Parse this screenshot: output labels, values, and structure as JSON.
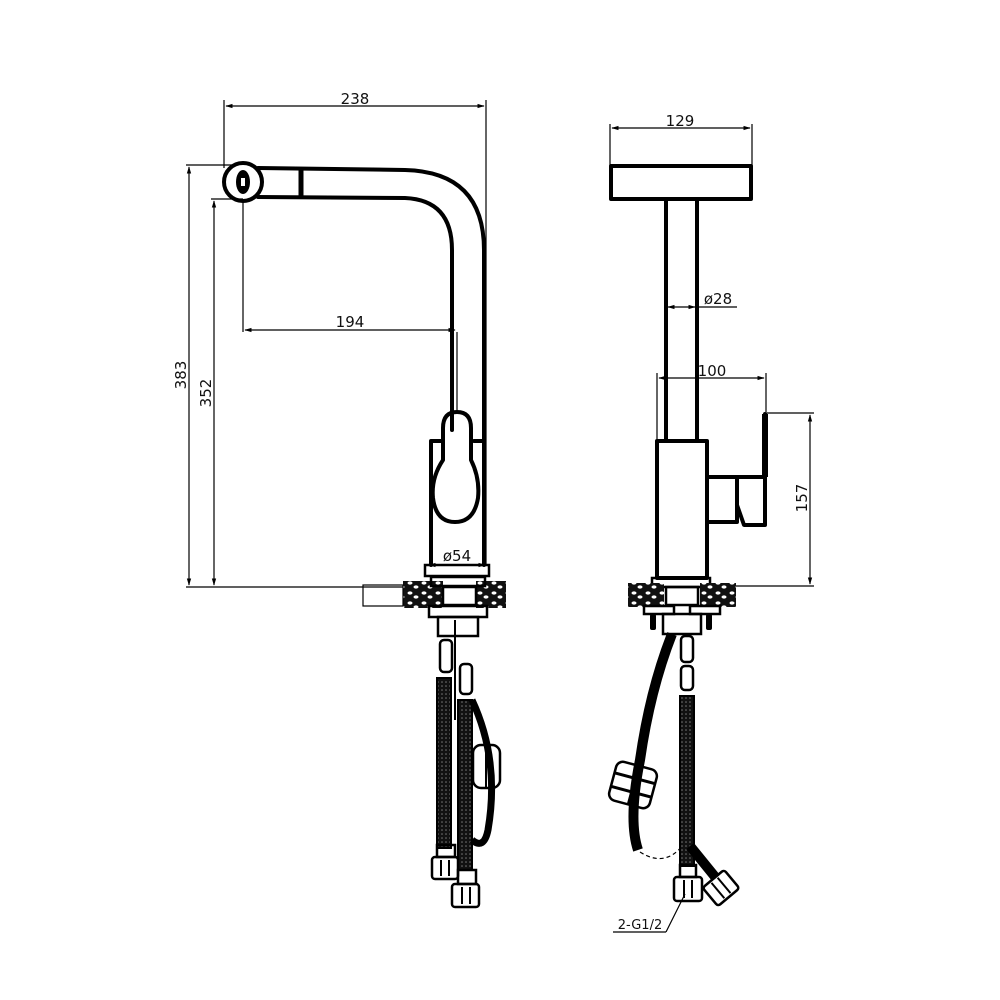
{
  "diagram": {
    "subject": "Pull-out kitchen faucet dimension drawing",
    "views": [
      {
        "name": "front-view",
        "dimensions": {
          "overall_width": "238",
          "spout_reach": "194",
          "overall_height": "383",
          "spout_height": "352",
          "base_diameter": "ø54"
        }
      },
      {
        "name": "side-view",
        "dimensions": {
          "spout_head_width": "129",
          "spout_tube_diameter": "ø28",
          "handle_projection": "100",
          "handle_height": "157",
          "connection_thread": "2-G1/2"
        }
      }
    ],
    "colors": {
      "line": "#000000",
      "background": "#ffffff"
    }
  }
}
